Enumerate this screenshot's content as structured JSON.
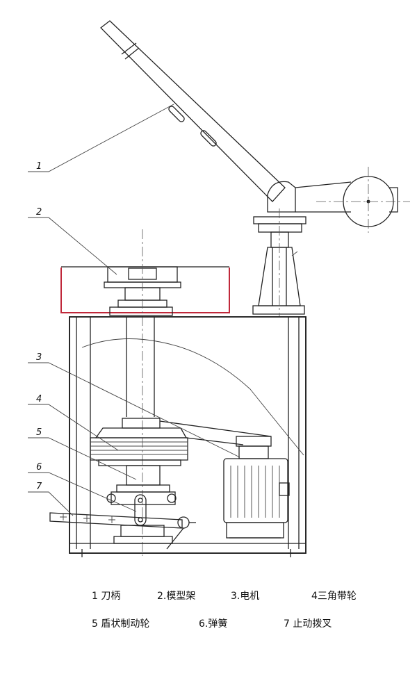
{
  "callouts": [
    "1",
    "2",
    "3",
    "4",
    "5",
    "6",
    "7"
  ],
  "legend": {
    "row1": [
      "1 刀柄",
      "2.模型架",
      "3.电机",
      "4三角带轮"
    ],
    "row2": [
      "5 盾状制动轮",
      "6.弹簧",
      "7 止动拨叉"
    ]
  },
  "colors": {
    "ink": "#222222",
    "red_frame": "#c0283a",
    "paper": "#ffffff"
  }
}
